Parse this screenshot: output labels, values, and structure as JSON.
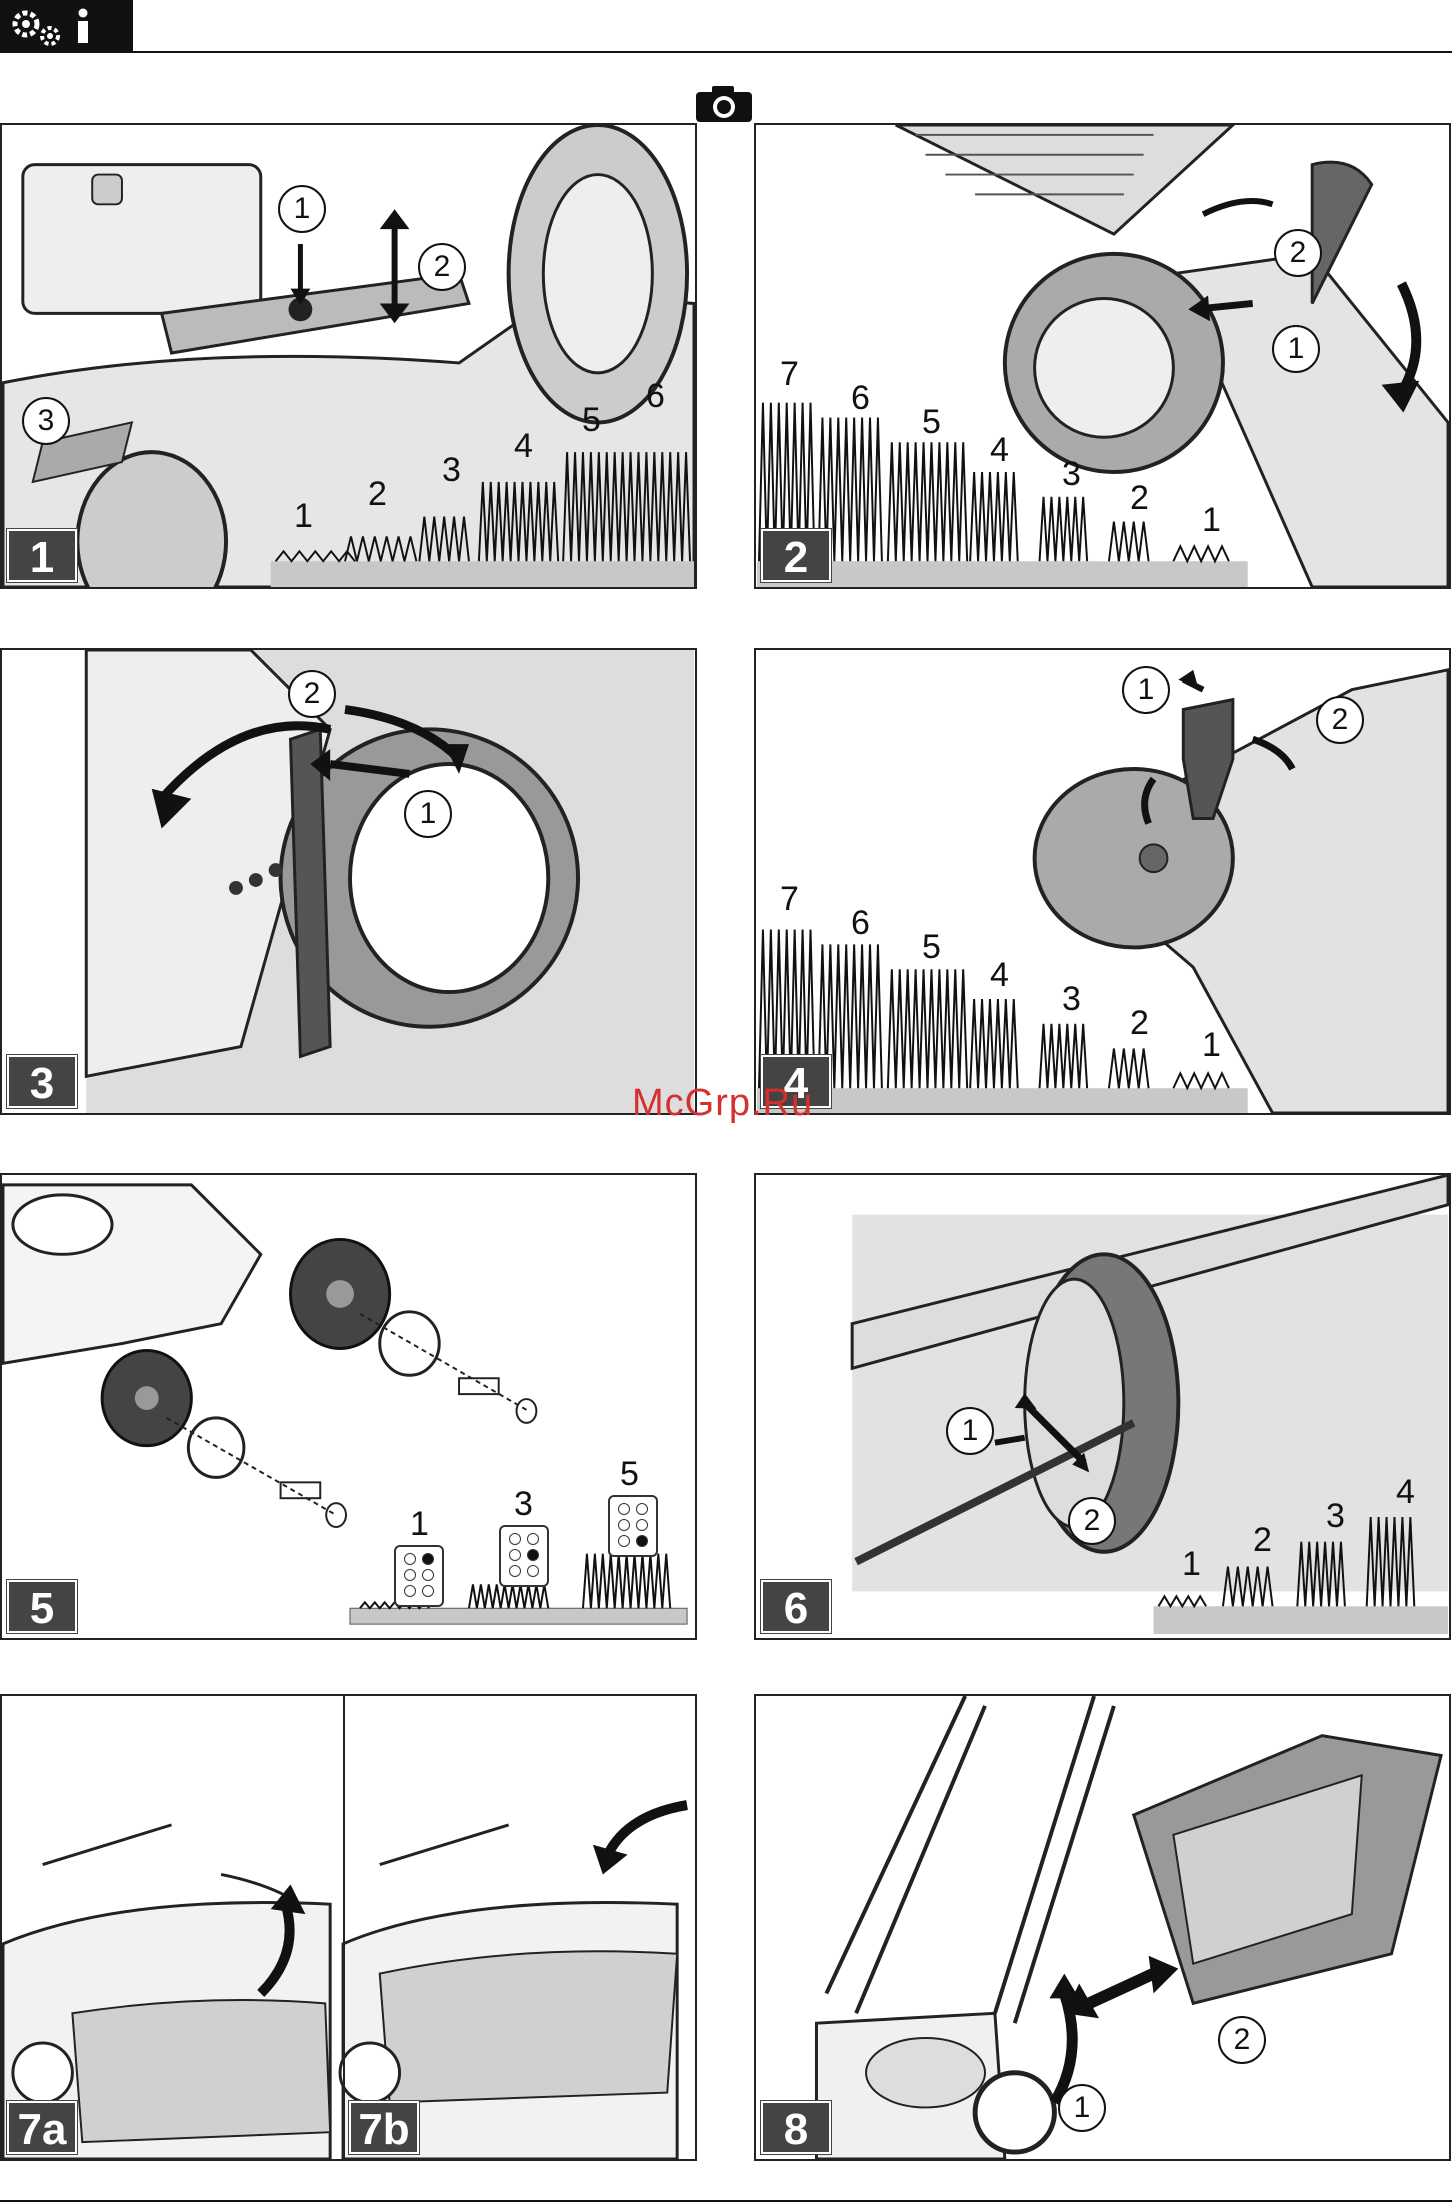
{
  "page": {
    "header_icons": [
      "gears-icon",
      "info-icon"
    ],
    "camera_icon": "camera-icon",
    "watermark": "McGrp.Ru"
  },
  "panels": [
    {
      "number": "1",
      "callouts": [
        "1",
        "2",
        "3"
      ],
      "height_levels": [
        "1",
        "2",
        "3",
        "4",
        "5",
        "6"
      ]
    },
    {
      "number": "2",
      "callouts": [
        "1",
        "2"
      ],
      "height_levels": [
        "7",
        "6",
        "5",
        "4",
        "3",
        "2",
        "1"
      ]
    },
    {
      "number": "3",
      "callouts": [
        "1",
        "2"
      ]
    },
    {
      "number": "4",
      "callouts": [
        "1",
        "2"
      ],
      "height_levels": [
        "7",
        "6",
        "5",
        "4",
        "3",
        "2",
        "1"
      ]
    },
    {
      "number": "5",
      "height_levels": [
        "1",
        "3",
        "5"
      ]
    },
    {
      "number": "6",
      "callouts": [
        "1",
        "2"
      ],
      "height_levels": [
        "1",
        "2",
        "3",
        "4"
      ]
    },
    {
      "number_a": "7a",
      "number_b": "7b"
    },
    {
      "number": "8",
      "callouts": [
        "1",
        "2"
      ]
    }
  ],
  "colors": {
    "panel_number_bg": "#444444",
    "watermark": "#d43030",
    "ground": "#c8c8c8"
  }
}
